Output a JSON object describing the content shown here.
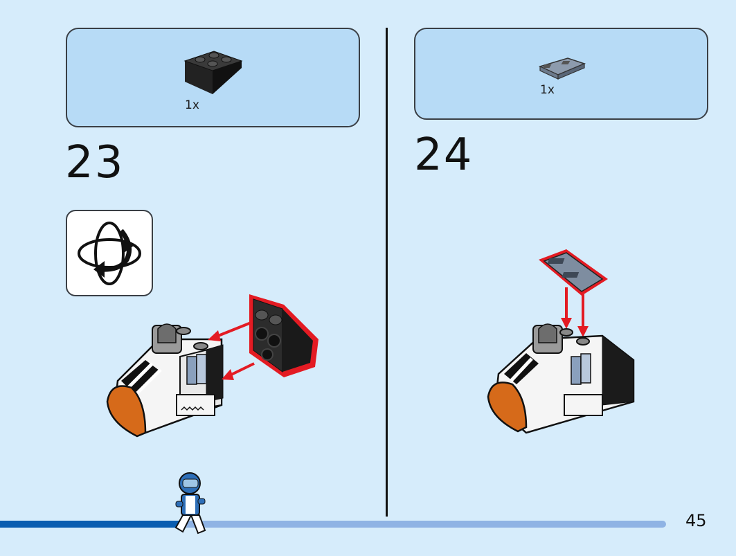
{
  "steps": [
    {
      "number": "23",
      "parts": [
        {
          "qty": "1x",
          "part": "black-inverted-slope-brick-icon"
        }
      ],
      "rotate_indicator": "rotate-model-icon"
    },
    {
      "number": "24",
      "parts": [
        {
          "qty": "1x",
          "part": "grey-jumper-plate-icon"
        }
      ]
    }
  ],
  "page_number": "45",
  "progress": 0.27,
  "colors": {
    "background": "#d6ecfb",
    "parts_box": "#b7dbf6",
    "callout_red": "#e31b23",
    "progress_dark": "#0a5db0",
    "progress_light": "#8fb3e4"
  }
}
